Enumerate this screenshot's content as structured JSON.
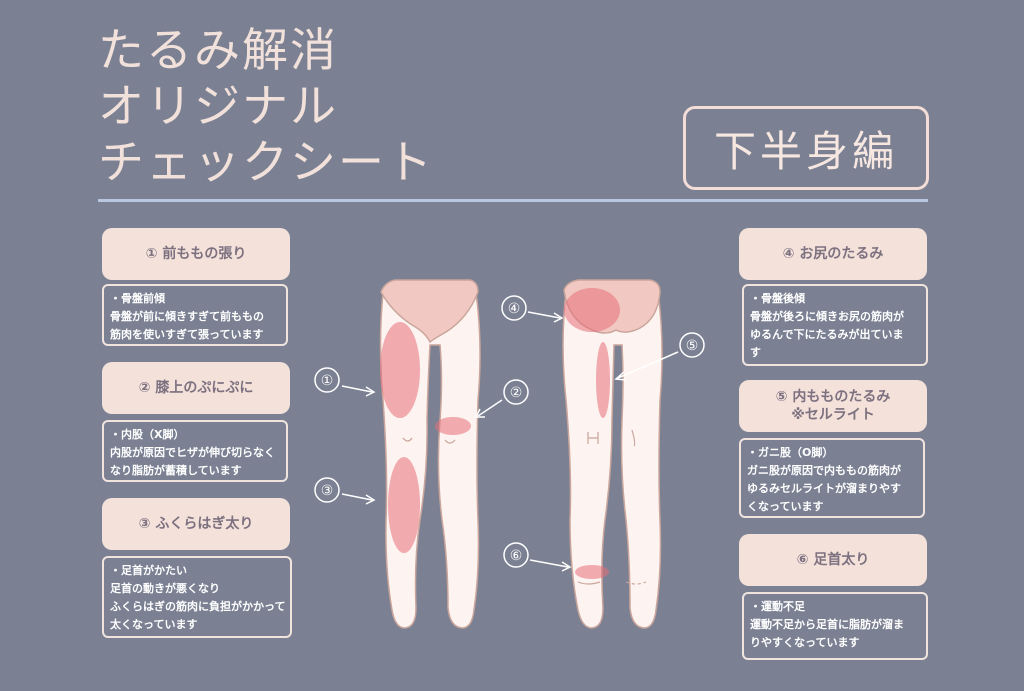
{
  "title": {
    "line1": "たるみ解消",
    "line2": "オリジナル",
    "line3": "チェックシート"
  },
  "edition": "下半身編",
  "sections": [
    {
      "label": "① 前ももの張り",
      "lines": [
        "・骨盤前傾",
        "骨盤が前に傾きすぎて前ももの",
        "筋肉を使いすぎて張っています"
      ]
    },
    {
      "label": "② 膝上のぷにぷに",
      "lines": [
        "・内股（X脚）",
        "内股が原因でヒザが伸び切らなく",
        "なり脂肪が蓄積しています"
      ]
    },
    {
      "label": "③ ふくらはぎ太り",
      "lines": [
        "・足首がかたい",
        "足首の動きが悪くなり",
        "ふくらはぎの筋肉に負担がかかって",
        "太くなっています"
      ]
    },
    {
      "label": "④ お尻のたるみ",
      "lines": [
        "・骨盤後傾",
        "骨盤が後ろに傾きお尻の筋肉が",
        "ゆるんで下にたるみが出ていま",
        "す"
      ]
    },
    {
      "label": "⑤ 内もものたるみ",
      "label2": "※セルライト",
      "lines": [
        "・ガニ股（O脚）",
        "ガニ股が原因で内ももの筋肉が",
        "ゆるみセルライトが溜まりやす",
        "くなっています"
      ]
    },
    {
      "label": "⑥ 足首太り",
      "lines": [
        "・運動不足",
        "運動不足から足首に脂肪が溜ま",
        "りやすくなっています"
      ]
    }
  ],
  "markers": [
    "①",
    "②",
    "③",
    "④",
    "⑤",
    "⑥"
  ],
  "colors": {
    "background": "#7b8193",
    "label_bg": "#f3e1da",
    "highlight": "#e8707a",
    "skin": "#fdf3f0",
    "underwear": "#f2c9c2"
  }
}
